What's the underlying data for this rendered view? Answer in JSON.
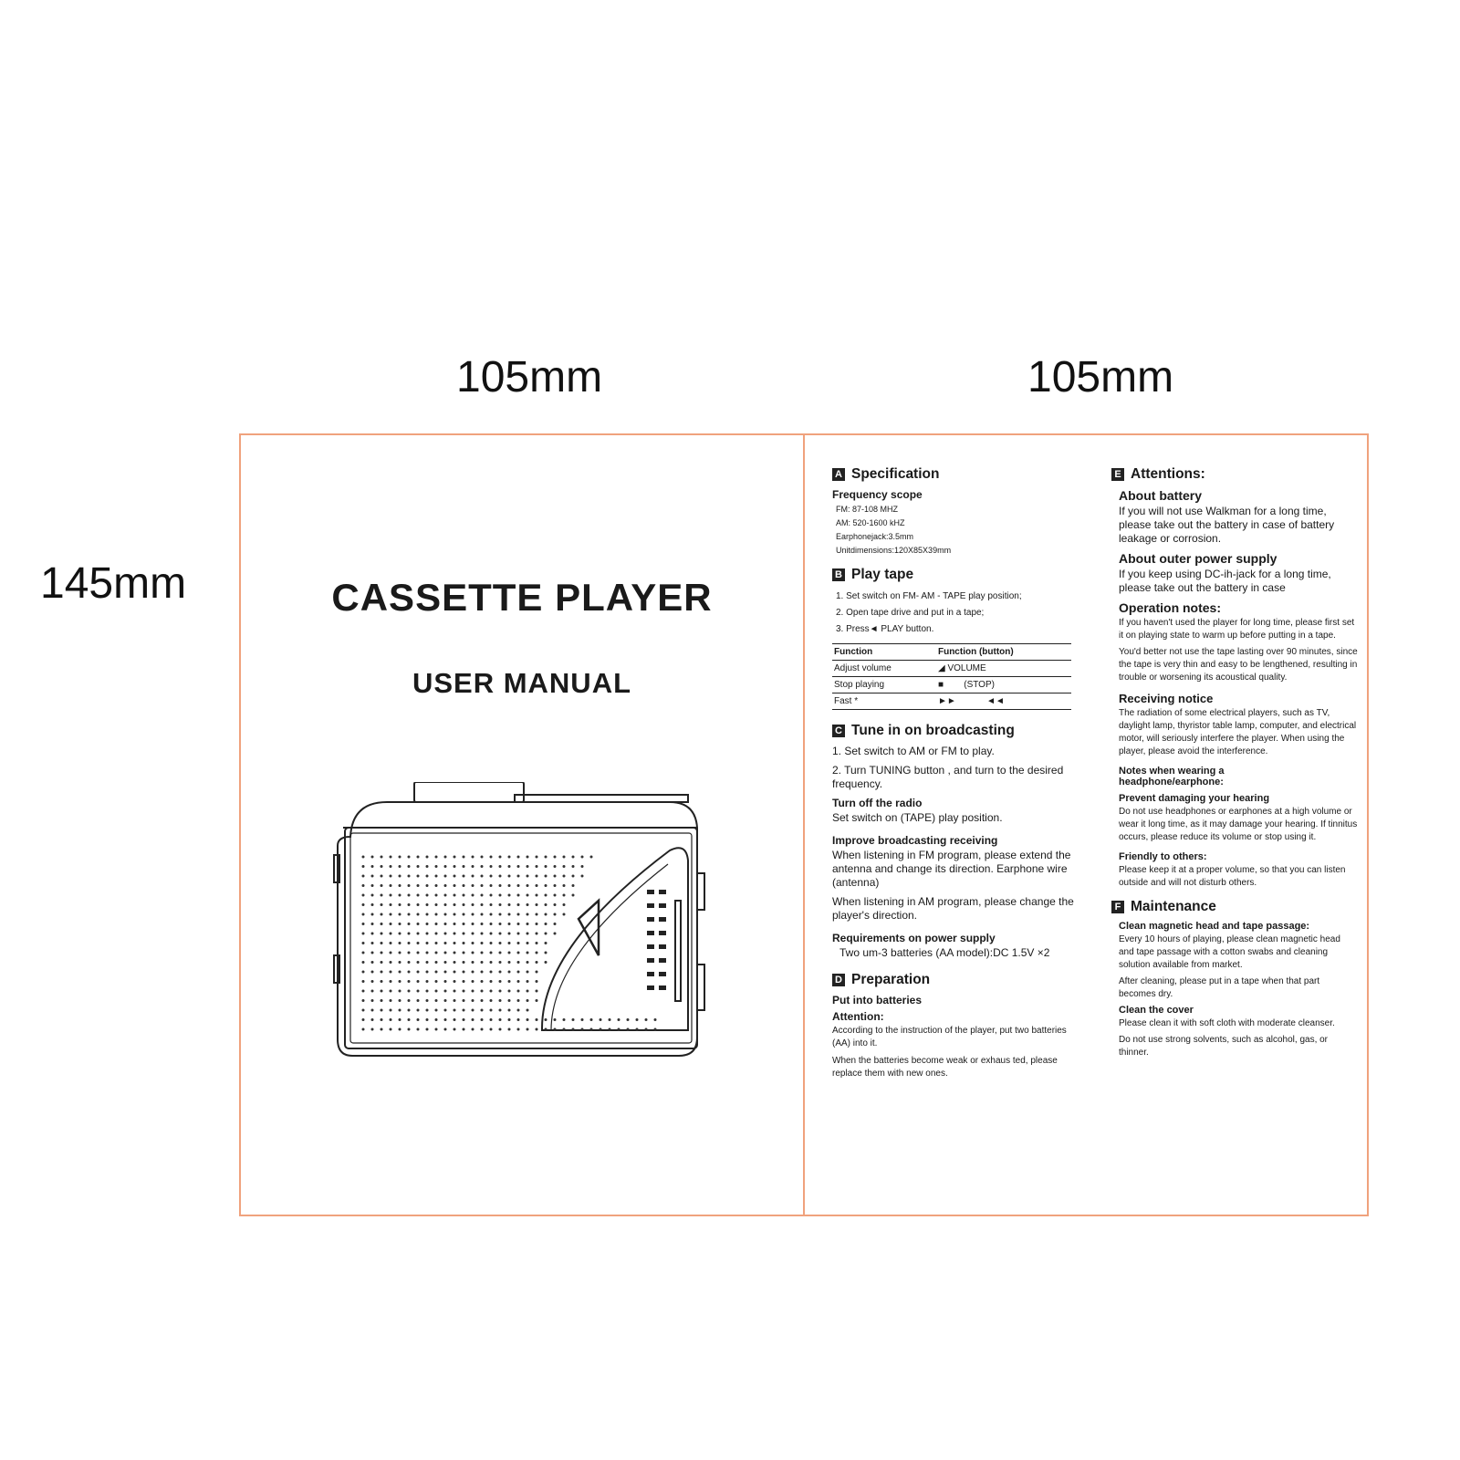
{
  "dimensions": {
    "width_left": "105mm",
    "width_right": "105mm",
    "height": "145mm"
  },
  "cover": {
    "title": "CASSETTE  PLAYER",
    "subtitle": "USER  MANUAL"
  },
  "sections": {
    "A": {
      "letter": "A",
      "title": "Specification",
      "freq_title": "Frequency scope",
      "lines": [
        "FM: 87-108 MHZ",
        "AM: 520-1600 kHZ",
        "Earphonejack:3.5mm",
        "Unitdimensions:120X85X39mm"
      ]
    },
    "B": {
      "letter": "B",
      "title": "Play tape",
      "steps": [
        "1. Set switch on FM- AM - TAPE play position;",
        "2. Open tape drive and put in a tape;",
        "3. Press◄ PLAY button."
      ],
      "table": {
        "headers": [
          "Function",
          "Function (button)"
        ],
        "rows": [
          [
            "Adjust volume",
            "◢ VOLUME"
          ],
          [
            "Stop playing",
            "■        (STOP)"
          ],
          [
            "Fast *",
            "►►            ◄◄"
          ]
        ]
      }
    },
    "C": {
      "letter": "C",
      "title": "Tune in on broadcasting",
      "steps": [
        "1. Set switch to AM or FM to play.",
        "2. Turn TUNING button , and turn to the desired frequency."
      ],
      "turn_off_title": "Turn off the radio",
      "turn_off_text": "Set switch on  (TAPE) play position.",
      "improve_title": "Improve broadcasting receiving",
      "improve_fm": "When listening in FM  program, please extend the antenna and change its direction. Earphone wire (antenna)",
      "improve_am": "When listening in AM program, please change the player's direction.",
      "power_title": "Requirements on power supply",
      "power_text": "Two um-3 batteries (AA model):DC 1.5V ×2"
    },
    "D": {
      "letter": "D",
      "title": "Preparation",
      "put_title": "Put into batteries",
      "attention_title": "Attention:",
      "attention_1": "According to the instruction of the player, put two batteries (AA) into it.",
      "attention_2": "When the batteries become weak or exhaus    ted, please replace them with new ones."
    },
    "E": {
      "letter": "E",
      "title": "Attentions:",
      "battery_title": "About battery",
      "battery_text": "If you will not use Walkman for a long time, please take out the battery in case of battery leakage or corrosion.",
      "outer_title": "About outer power supply",
      "outer_text": "If you keep using DC-ih-jack for a long time, please take out the battery in case",
      "op_title": "Operation notes:",
      "op_text_1": "If you haven't used the player for long time, please first set it on playing state to warm up before putting in a tape.",
      "op_text_2": "You'd better not use the tape lasting over 90 minutes, since the tape is very thin and easy to be lengthened, resulting in trouble or worsening its acoustical quality.",
      "recv_title": "Receiving notice",
      "recv_text": "The radiation of some electrical players, such as TV, daylight lamp, thyristor table lamp, computer, and electrical motor, will seriously interfere the player. When using the player, please avoid the interference.",
      "headphone_title": "Notes when wearing a headphone/earphone:",
      "hearing_title": "Prevent damaging your hearing",
      "hearing_text": "Do not use headphones or earphones at a high volume or wear it long time, as it may damage your hearing.  If tinnitus occurs, please reduce its volume or stop using it.",
      "friendly_title": "Friendly to others:",
      "friendly_text": "Please keep it at a proper volume, so that you can listen outside and will not disturb others."
    },
    "F": {
      "letter": "F",
      "title": "Maintenance",
      "clean_head_title": "Clean magnetic head and tape passage:",
      "clean_head_text_1": "Every 10 hours of playing, please clean magnetic head and tape passage with a cotton swabs and cleaning solution available from market.",
      "clean_head_text_2": "After cleaning, please put in a tape when that part becomes dry.",
      "cover_title": "Clean the cover",
      "cover_text_1": "Please clean it with soft cloth with moderate cleanser.",
      "cover_text_2": "Do not use strong solvents, such as alcohol, gas, or thinner."
    }
  }
}
